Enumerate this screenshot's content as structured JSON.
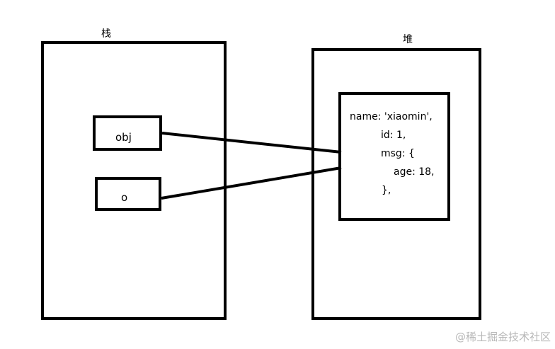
{
  "stack": {
    "title": "栈",
    "variables": [
      {
        "name": "obj"
      },
      {
        "name": "o"
      }
    ]
  },
  "heap": {
    "title": "堆",
    "object_lines": [
      "name: 'xiaomin',",
      "id: 1,",
      "msg: {",
      "age: 18,",
      "},"
    ]
  },
  "watermark": "@稀土掘金技术社区"
}
